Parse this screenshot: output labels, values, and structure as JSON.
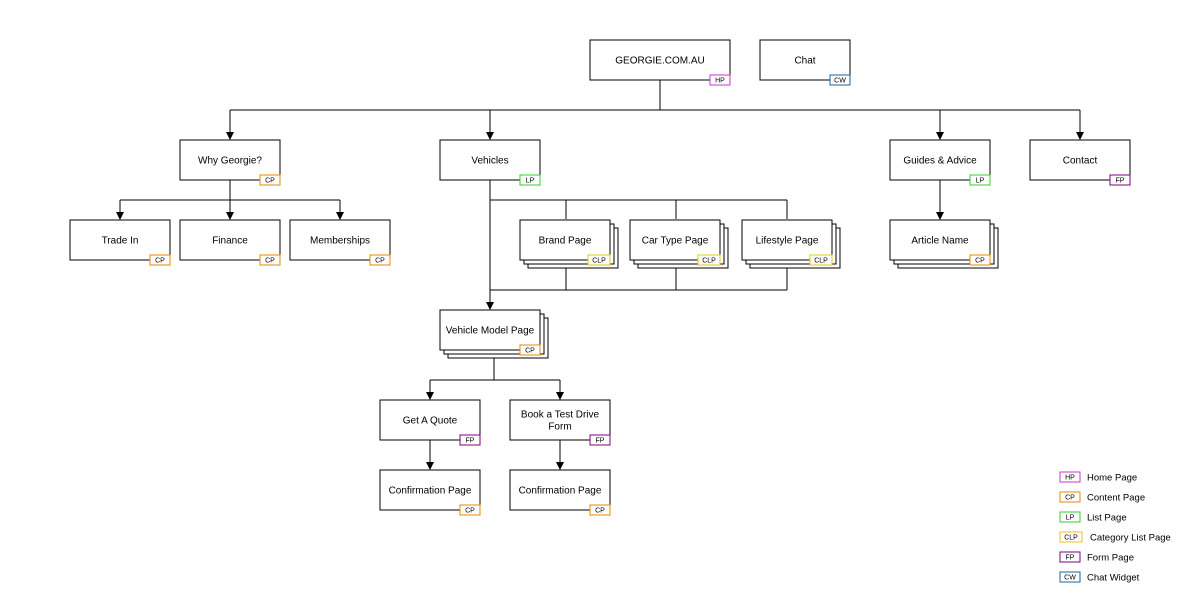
{
  "colors": {
    "HP": "#cc33cc",
    "CP": "#e68a00",
    "LP": "#33cc33",
    "CLP": "#e6c619",
    "FP": "#800080",
    "CW": "#1f5f99"
  },
  "nodes": {
    "home": {
      "label": "GEORGIE.COM.AU",
      "tag": "HP"
    },
    "chat": {
      "label": "Chat",
      "tag": "CW"
    },
    "why": {
      "label": "Why Georgie?",
      "tag": "CP"
    },
    "vehicles": {
      "label": "Vehicles",
      "tag": "LP"
    },
    "guides": {
      "label": "Guides & Advice",
      "tag": "LP"
    },
    "contact": {
      "label": "Contact",
      "tag": "FP"
    },
    "tradein": {
      "label": "Trade In",
      "tag": "CP"
    },
    "finance": {
      "label": "Finance",
      "tag": "CP"
    },
    "memberships": {
      "label": "Memberships",
      "tag": "CP"
    },
    "brand": {
      "label": "Brand Page",
      "tag": "CLP"
    },
    "cartype": {
      "label": "Car Type Page",
      "tag": "CLP"
    },
    "lifestyle": {
      "label": "Lifestyle Page",
      "tag": "CLP"
    },
    "article": {
      "label": "Article Name",
      "tag": "CP"
    },
    "model": {
      "label": "Vehicle Model Page",
      "tag": "CP"
    },
    "quote": {
      "label": "Get A Quote",
      "tag": "FP"
    },
    "testdrive": {
      "label": [
        "Book a Test Drive",
        "Form"
      ],
      "tag": "FP"
    },
    "confirm1": {
      "label": "Confirmation Page",
      "tag": "CP"
    },
    "confirm2": {
      "label": "Confirmation Page",
      "tag": "CP"
    }
  },
  "legend": [
    {
      "tag": "HP",
      "label": "Home Page"
    },
    {
      "tag": "CP",
      "label": "Content Page"
    },
    {
      "tag": "LP",
      "label": "List Page"
    },
    {
      "tag": "CLP",
      "label": "Category List Page"
    },
    {
      "tag": "FP",
      "label": "Form Page"
    },
    {
      "tag": "CW",
      "label": "Chat Widget"
    }
  ]
}
